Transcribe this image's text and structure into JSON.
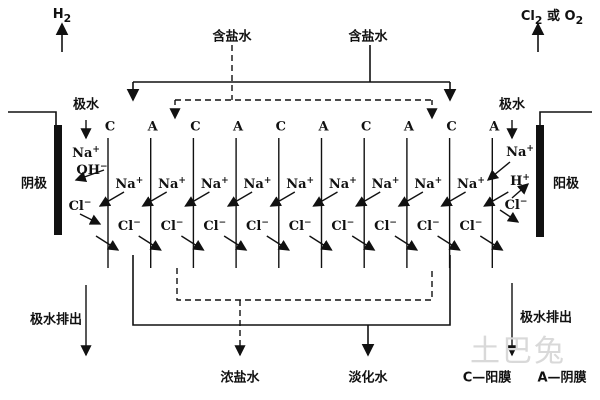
{
  "top": {
    "h2": "H",
    "h2_sub": "2",
    "cl2": "Cl",
    "cl2_sub": "2",
    "or": "或",
    "o2": "O",
    "o2_sub": "2",
    "feed_left": "含盐水",
    "feed_right": "含盐水"
  },
  "cathode": {
    "electrode_label": "阴极",
    "feed_label": "极水",
    "drain_label": "极水排出"
  },
  "anode": {
    "electrode_label": "阳极",
    "feed_label": "极水",
    "drain_label": "极水排出"
  },
  "bottom": {
    "concentrate": "浓盐水",
    "diluate": "淡化水",
    "legend_c": "C—阳膜",
    "legend_a": "A—阴膜"
  },
  "membranes": [
    "C",
    "A",
    "C",
    "A",
    "C",
    "A",
    "C",
    "A",
    "C",
    "A"
  ],
  "ions": {
    "na": "Na",
    "cl": "Cl",
    "oh": "OH",
    "h": "H",
    "plus": "+",
    "minus": "−"
  },
  "watermark": "土巴兔",
  "colors": {
    "ink": "#111111",
    "watermark": "#d9d9d9"
  }
}
